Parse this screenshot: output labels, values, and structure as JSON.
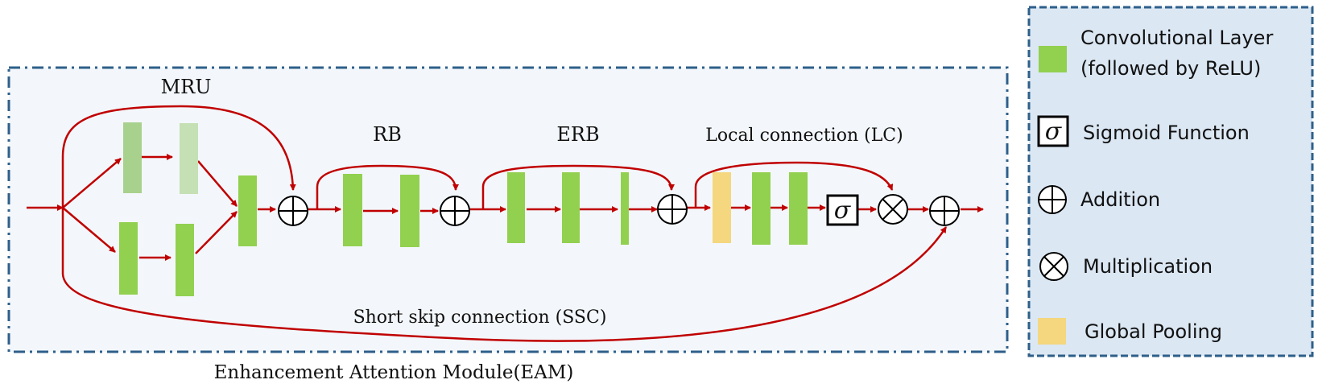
{
  "diagram": {
    "title": "Enhancement Attention Module(EAM)",
    "blocks": {
      "mru": "MRU",
      "rb": "RB",
      "erb": "ERB",
      "lc": "Local connection (LC)",
      "ssc": "Short skip connection (SSC)"
    },
    "sigma_symbol": "σ"
  },
  "legend": {
    "conv": "Convolutional Layer",
    "conv_note": "(followed by ReLU)",
    "sigmoid": "Sigmoid Function",
    "sigma_symbol": "σ",
    "addition": "Addition",
    "multiplication": "Multiplication",
    "pooling": "Global Pooling"
  },
  "colors": {
    "conv": "#92d050",
    "conv_dark": "#a9d18e",
    "conv_light": "#c5e0b4",
    "pooling": "#f4d77e",
    "arrow": "#c00000",
    "frame": "#2e5f8a",
    "main_bg": "#f3f7fb",
    "legend_bg": "#dbe7f3"
  }
}
